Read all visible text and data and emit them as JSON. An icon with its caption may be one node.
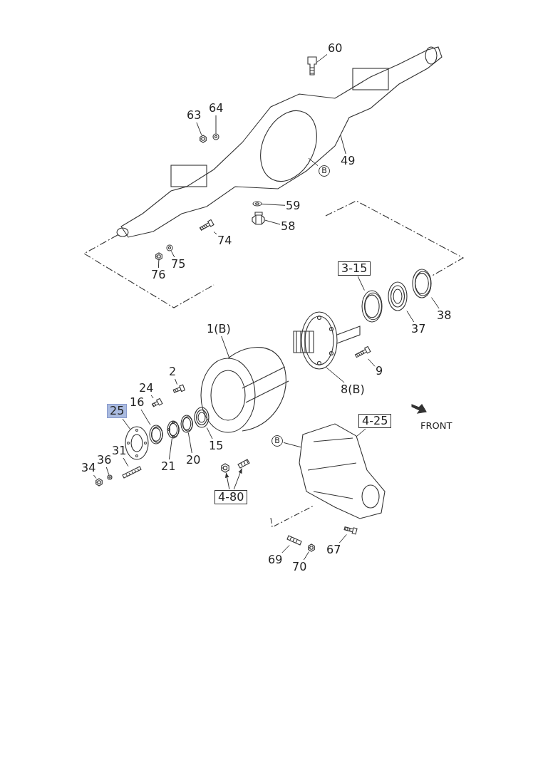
{
  "diagram": {
    "nodes": [
      {
        "text": [
          "60"
        ]
      },
      {
        "text": [
          "63"
        ]
      },
      {
        "text": [
          "64"
        ]
      },
      {
        "text": [
          "49"
        ]
      },
      {
        "text": [
          "B"
        ]
      },
      {
        "text": [
          "59"
        ]
      },
      {
        "text": [
          "58"
        ]
      },
      {
        "text": [
          "74"
        ]
      },
      {
        "text": [
          "75"
        ]
      },
      {
        "text": [
          "76"
        ]
      },
      {
        "text": [
          "3-15"
        ]
      },
      {
        "text": [
          "38"
        ]
      },
      {
        "text": [
          "37"
        ]
      },
      {
        "text": [
          "1(B)"
        ]
      },
      {
        "text": [
          "9"
        ]
      },
      {
        "text": [
          "8(B)"
        ]
      },
      {
        "text": [
          "2"
        ]
      },
      {
        "text": [
          "24"
        ]
      },
      {
        "text": [
          "25"
        ]
      },
      {
        "text": [
          "16"
        ]
      },
      {
        "text": [
          "31"
        ]
      },
      {
        "text": [
          "36"
        ]
      },
      {
        "text": [
          "34"
        ]
      },
      {
        "text": [
          "21"
        ]
      },
      {
        "text": [
          "20"
        ]
      },
      {
        "text": [
          "15"
        ]
      },
      {
        "text": [
          "4-25"
        ]
      },
      {
        "text": [
          "B"
        ]
      },
      {
        "text": [
          "4-80"
        ]
      },
      {
        "text": [
          "69"
        ]
      },
      {
        "text": [
          "67"
        ]
      },
      {
        "text": [
          "70"
        ]
      },
      {
        "text": [],
        "shape": "picture"
      },
      {
        "text": [],
        "shape": "picture"
      },
      {
        "text": [],
        "shape": "picture"
      },
      {
        "text": [],
        "shape": "picture"
      },
      {
        "text": [],
        "shape": "picture"
      },
      {
        "text": [],
        "shape": "picture"
      },
      {
        "text": [],
        "shape": "picture"
      },
      {
        "text": [],
        "shape": "picture"
      },
      {
        "text": [],
        "shape": "picture"
      },
      {
        "text": [],
        "shape": "picture"
      },
      {
        "text": [],
        "shape": "picture"
      },
      {
        "text": [],
        "shape": "picture"
      },
      {
        "text": [],
        "shape": "picture"
      },
      {
        "text": [],
        "shape": "picture"
      },
      {
        "text": [],
        "shape": "picture"
      },
      {
        "text": [],
        "shape": "picture"
      },
      {
        "text": [],
        "shape": "picture"
      },
      {
        "text": [],
        "shape": "picture"
      },
      {
        "text": [],
        "shape": "picture"
      },
      {
        "text": [],
        "shape": "picture"
      },
      {
        "text": [],
        "shape": "picture"
      },
      {
        "text": [],
        "shape": "picture"
      },
      {
        "text": [],
        "shape": "picture"
      },
      {
        "text": [],
        "shape": "picture"
      },
      {
        "text": [],
        "shape": "picture"
      },
      {
        "text": [],
        "shape": "picture"
      },
      {
        "text": [],
        "shape": "picture"
      },
      {
        "text": [],
        "shape": "picture"
      },
      {
        "text": [],
        "shape": "picture"
      },
      {
        "text": [],
        "shape": "picture"
      },
      {
        "text": [],
        "shape": "picture"
      }
    ],
    "edges": [
      {
        "from": 0,
        "to": 32,
        "arrow": "none"
      },
      {
        "from": 1,
        "to": 33,
        "arrow": "none"
      },
      {
        "from": 2,
        "to": 34,
        "arrow": "none"
      },
      {
        "from": 3,
        "to": 35,
        "arrow": "none"
      },
      {
        "from": 4,
        "to": 35,
        "arrow": "none"
      },
      {
        "from": 5,
        "to": 36,
        "arrow": "none"
      },
      {
        "from": 6,
        "to": 37,
        "arrow": "none"
      },
      {
        "from": 7,
        "to": 38,
        "arrow": "none"
      },
      {
        "from": 8,
        "to": 39,
        "arrow": "none"
      },
      {
        "from": 9,
        "to": 40,
        "arrow": "none"
      },
      {
        "from": 10,
        "to": 41,
        "arrow": "none"
      },
      {
        "from": 11,
        "to": 43,
        "arrow": "none"
      },
      {
        "from": 12,
        "to": 42,
        "arrow": "none"
      },
      {
        "from": 13,
        "to": 44,
        "arrow": "none"
      },
      {
        "from": 14,
        "to": 45,
        "arrow": "none"
      },
      {
        "from": 15,
        "to": 46,
        "arrow": "none"
      },
      {
        "from": 16,
        "to": 47,
        "arrow": "none"
      },
      {
        "from": 17,
        "to": 48,
        "arrow": "none"
      },
      {
        "from": 18,
        "to": 49,
        "arrow": "none"
      },
      {
        "from": 19,
        "to": 50,
        "arrow": "none"
      },
      {
        "from": 20,
        "to": 51,
        "arrow": "none"
      },
      {
        "from": 21,
        "to": 52,
        "arrow": "none"
      },
      {
        "from": 22,
        "to": 53,
        "arrow": "none"
      },
      {
        "from": 23,
        "to": 54,
        "arrow": "none"
      },
      {
        "from": 24,
        "to": 55,
        "arrow": "none"
      },
      {
        "from": 25,
        "to": 56,
        "arrow": "none"
      },
      {
        "from": 26,
        "to": 57,
        "arrow": "none"
      },
      {
        "from": 27,
        "to": 57,
        "arrow": "none"
      },
      {
        "from": 28,
        "to": 58,
        "arrow": "to"
      },
      {
        "from": 28,
        "to": 59,
        "arrow": "to"
      },
      {
        "from": 29,
        "to": 60,
        "arrow": "none"
      },
      {
        "from": 30,
        "to": 61,
        "arrow": "none"
      },
      {
        "from": 31,
        "to": 62,
        "arrow": "none"
      }
    ],
    "labels": [
      "FRONT"
    ]
  }
}
